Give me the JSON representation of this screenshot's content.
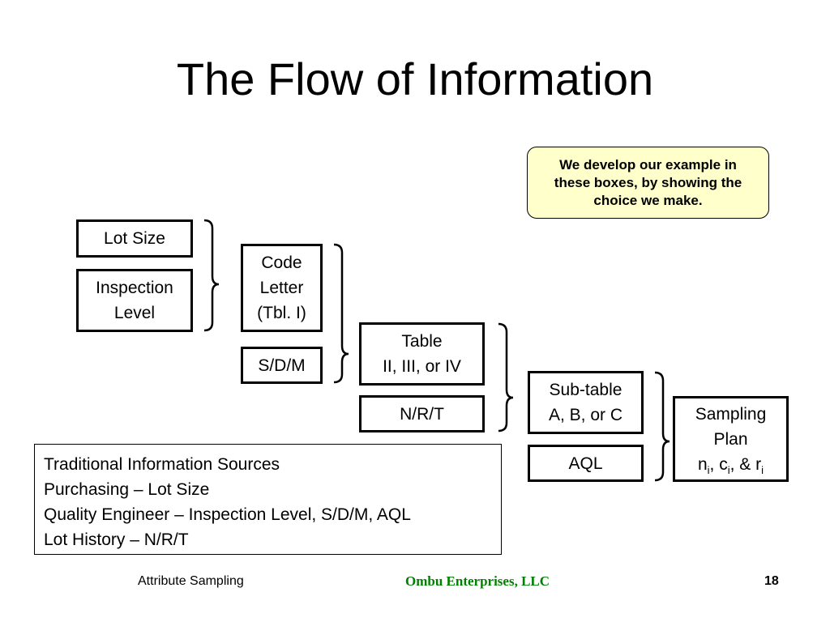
{
  "slide": {
    "title": "The Flow of Information"
  },
  "note": {
    "lines": [
      "We develop our example in",
      "these boxes, by showing the",
      "choice we make."
    ]
  },
  "boxes": {
    "lot_size": {
      "lines": [
        "Lot Size"
      ]
    },
    "inspection_level": {
      "lines": [
        "Inspection",
        "Level"
      ]
    },
    "code_letter": {
      "lines": [
        "Code",
        "Letter",
        "(Tbl. I)"
      ]
    },
    "sdm": {
      "lines": [
        "S/D/M"
      ]
    },
    "table": {
      "lines": [
        "Table",
        "II, III, or IV"
      ]
    },
    "nrt": {
      "lines": [
        "N/R/T"
      ]
    },
    "subtable": {
      "lines": [
        "Sub-table",
        "A, B, or C"
      ]
    },
    "aql": {
      "lines": [
        "AQL"
      ]
    },
    "sampling_plan": {
      "lines": [
        "Sampling",
        "Plan"
      ],
      "formula": {
        "n": "n",
        "i1": "i",
        "sep1": ", ",
        "c": "c",
        "i2": "i",
        "sep2": ", & ",
        "r": "r",
        "i3": "i"
      }
    }
  },
  "sources": {
    "lines": [
      "Traditional Information Sources",
      "Purchasing – Lot Size",
      "Quality Engineer – Inspection Level, S/D/M, AQL",
      "Lot History – N/R/T"
    ]
  },
  "footer": {
    "left": "Attribute Sampling",
    "center": "Ombu Enterprises, LLC",
    "page": "18"
  },
  "colors": {
    "note_bg": "#ffffcc",
    "footer_center": "#008000",
    "border": "#000000"
  }
}
